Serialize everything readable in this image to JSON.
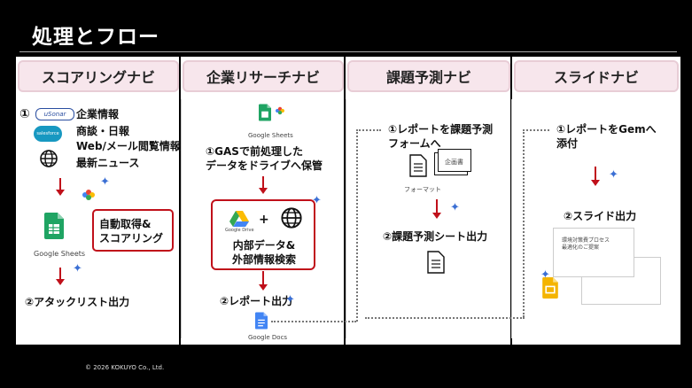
{
  "title": "処理とフロー",
  "footer": "© 2026 KOKUYO Co., Ltd.",
  "columns": [
    {
      "header": "スコアリングナビ"
    },
    {
      "header": "企業リサーチナビ"
    },
    {
      "header": "課題予測ナビ"
    },
    {
      "header": "スライドナビ"
    }
  ],
  "scoring": {
    "num": "①",
    "logo_usonar": "uSonar",
    "info": "企業情報",
    "logo_salesforce": "salesforce",
    "biz": "商談・日報",
    "web": "Web/メール閲覧情報",
    "news": "最新ニュース",
    "sheets_label": "Google Sheets",
    "callout": "自動取得&\nスコアリング",
    "output": "②アタックリスト出力"
  },
  "research": {
    "sheets_label": "Google Sheets",
    "step1": "①GASで前処理した\nデータをドライブへ保管",
    "drive_label": "Google Drive",
    "plus": "+",
    "search": "内部データ&\n外部情報検索",
    "output": "②レポート出力",
    "docs_label": "Google Docs"
  },
  "forecast": {
    "step1": "①レポートを課題予測\nフォームへ",
    "format_label": "フォーマット",
    "doc_label": "企画書",
    "output": "②課題予測シート出力"
  },
  "slide": {
    "step1": "①レポートをGemへ\n添付",
    "output": "②スライド出力",
    "slide_title": "環境対策費プロセス\n最適化のご提案"
  },
  "colors": {
    "accent": "#c0101a",
    "header_bg": "#f7e6ec",
    "gemini": "#3b6fd4",
    "sheets": "#1fa463",
    "docs": "#4285f4",
    "slides": "#f4b400"
  }
}
